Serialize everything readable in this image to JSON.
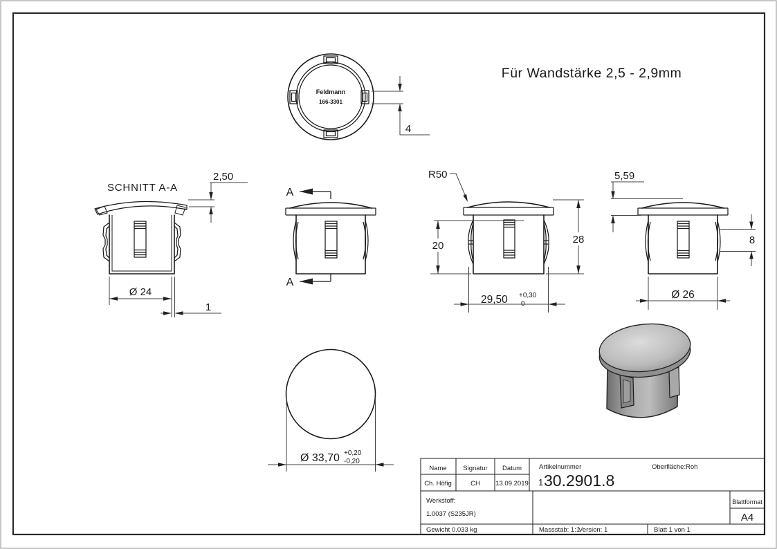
{
  "page": {
    "note": "Für Wandstärke 2,5 - 2,9mm"
  },
  "top_view": {
    "brand": "Feldmann",
    "part_no": "166-3301",
    "dim_tab": "4"
  },
  "section_view": {
    "label": "SCHNITT A-A",
    "dim_cap_thickness": "2,50",
    "dim_inner_dia": "Ø 24",
    "dim_wall": "1"
  },
  "front_view": {
    "marker_top": "A",
    "marker_bottom": "A"
  },
  "detail_view": {
    "dim_radius": "R50",
    "dim_inner_height": "20",
    "dim_total_height": "28",
    "dim_clip_width": "29,50",
    "dim_clip_width_tol_upper": "+0,30",
    "dim_clip_width_tol_lower": "0"
  },
  "side_view": {
    "dim_cap_height": "5,59",
    "dim_clip_height": "8",
    "dim_body_dia": "Ø 26"
  },
  "bottom_view": {
    "dim_cap_dia": "Ø 33,70",
    "tol_upper": "+0,20",
    "tol_lower": "-0,20"
  },
  "titleblock": {
    "col_name": "Name",
    "col_signature": "Signatur",
    "col_date": "Datum",
    "name": "Ch. Höfig",
    "signature": "CH",
    "date": "13.09.2019",
    "article_label": "Artikelnummer",
    "article_prefix": "1",
    "article_number": "30.2901.8",
    "surface_label": "Oberfläche:",
    "surface_value": "Roh",
    "material_label": "Werkstoff:",
    "material_value": "1.0037 (S235JR)",
    "format_label": "Blattformat",
    "format_value": "A4",
    "weight": "Gewicht 0.033 kg",
    "scale": "Massstab: 1:1",
    "version": "Version: 1",
    "sheet": "Blatt 1 von 1"
  }
}
